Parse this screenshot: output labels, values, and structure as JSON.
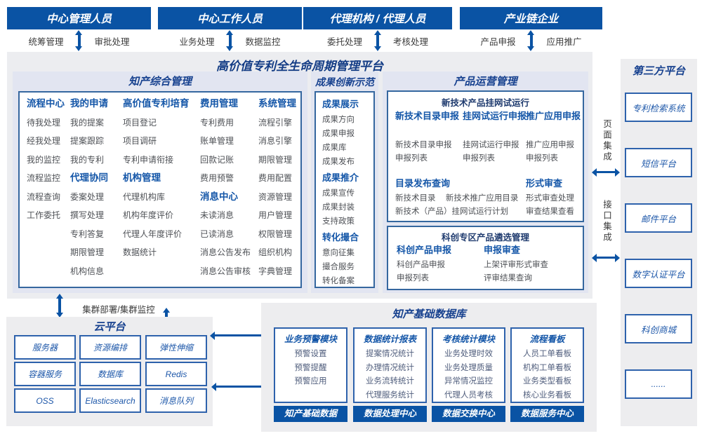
{
  "roles": [
    {
      "title": "中心管理人员",
      "left": "统筹管理",
      "right": "审批处理"
    },
    {
      "title": "中心工作人员",
      "left": "业务处理",
      "right": "数据监控"
    },
    {
      "title": "代理机构 / 代理人员",
      "left": "委托处理",
      "right": "考核处理"
    },
    {
      "title": "产业链企业",
      "left": "产品申报",
      "right": "应用推广"
    }
  ],
  "platform": {
    "title": "高价值专利全生命周期管理平台",
    "ip_mgmt": {
      "title": "知产综合管理",
      "columns": [
        {
          "header": "流程中心",
          "rows": [
            "待我处理",
            "经我处理",
            "我的监控",
            "流程监控",
            "流程查询",
            "工作委托"
          ]
        },
        {
          "header": "我的申请",
          "rows": [
            "我的提案",
            "提案跟踪",
            "我的专利",
            "代理协同",
            "委案处理",
            "撰写处理",
            "专利答复",
            "期限管理",
            "机构信息"
          ]
        },
        {
          "header": "高价值专利培育",
          "rows": [
            "项目登记",
            "项目调研",
            "专利申请衔接",
            "机构管理",
            "代理机构库",
            "机构年度评价",
            "代理人年度评价",
            "数据统计"
          ]
        },
        {
          "header": "费用管理",
          "rows": [
            "专利费用",
            "账单管理",
            "回款记账",
            "费用预警",
            "消息中心",
            "未读消息",
            "已读消息",
            "消息公告发布",
            "消息公告审核"
          ]
        },
        {
          "header": "系统管理",
          "rows": [
            "流程引擎",
            "消息引擎",
            "期限管理",
            "费用配置",
            "资源管理",
            "用户管理",
            "权限管理",
            "组织机构",
            "字典管理"
          ]
        }
      ]
    },
    "achievement": {
      "title": "成果创新示范",
      "groups": [
        {
          "header": "成果展示",
          "items": [
            "成果方向",
            "成果申报",
            "成果库",
            "成果发布"
          ]
        },
        {
          "header": "成果推介",
          "items": [
            "成果宣传",
            "成果封装",
            "支持政策"
          ]
        },
        {
          "header": "转化撮合",
          "items": [
            "意向征集",
            "撮合服务",
            "转化备案"
          ]
        }
      ]
    },
    "product_ops": {
      "title": "产品运营管理",
      "box1": {
        "title": "新技术产品挂网试运行",
        "cols": [
          {
            "header": "新技术目录申报",
            "items": [
              "新技术目录申报",
              "申报列表"
            ]
          },
          {
            "header": "挂网试运行申报",
            "items": [
              "挂网试运行申报",
              "申报列表"
            ]
          },
          {
            "header": "推广应用申报",
            "items": [
              "推广应用申报",
              "申报列表"
            ]
          }
        ],
        "catalog": {
          "header": "目录发布查询",
          "row1a": "新技术目录",
          "row1b": "新技术推广应用目录",
          "row2": "新技术（产品）挂网试运行计划"
        },
        "review": {
          "header": "形式审查",
          "items": [
            "形式审查处理",
            "审查结果查看"
          ]
        }
      },
      "box2": {
        "title": "科创专区产品遴选管理",
        "cols": [
          {
            "header": "科创产品申报",
            "items": [
              "科创产品申报",
              "申报列表"
            ]
          },
          {
            "header": "申报审查",
            "items": [
              "上架评审形式审查",
              "评审结果查询"
            ]
          }
        ]
      }
    }
  },
  "integration": {
    "page": "页面集成",
    "api": "接口集成"
  },
  "third_party": {
    "title": "第三方平台",
    "items": [
      "专利检索系统",
      "短信平台",
      "邮件平台",
      "数字认证平台",
      "科创商城",
      "......"
    ]
  },
  "cluster": {
    "label": "集群部署/集群监控"
  },
  "cloud": {
    "title": "云平台",
    "items": [
      "服务器",
      "资源编排",
      "弹性伸缩",
      "容器服务",
      "数据库",
      "Redis",
      "OSS",
      "Elasticsearch",
      "消息队列"
    ]
  },
  "database": {
    "title": "知产基础数据库",
    "modules": [
      {
        "header": "业务预警模块",
        "items": [
          "预警设置",
          "预警提醒",
          "预警应用"
        ],
        "bar": "知产基础数据"
      },
      {
        "header": "数据统计报表",
        "items": [
          "提案情况统计",
          "办理情况统计",
          "业务流转统计",
          "代理服务统计"
        ],
        "bar": "数据处理中心"
      },
      {
        "header": "考核统计模块",
        "items": [
          "业务处理时效",
          "业务处理质量",
          "异常情况监控",
          "代理人员考核"
        ],
        "bar": "数据交换中心"
      },
      {
        "header": "流程看板",
        "items": [
          "人员工单看板",
          "机构工单看板",
          "业务类型看板",
          "核心业务看板"
        ],
        "bar": "数据服务中心"
      }
    ]
  },
  "colors": {
    "primary": "#0a53a4",
    "section_bg": "#e2e5f1",
    "panel_bg": "#ededef",
    "title": "#17418f"
  }
}
